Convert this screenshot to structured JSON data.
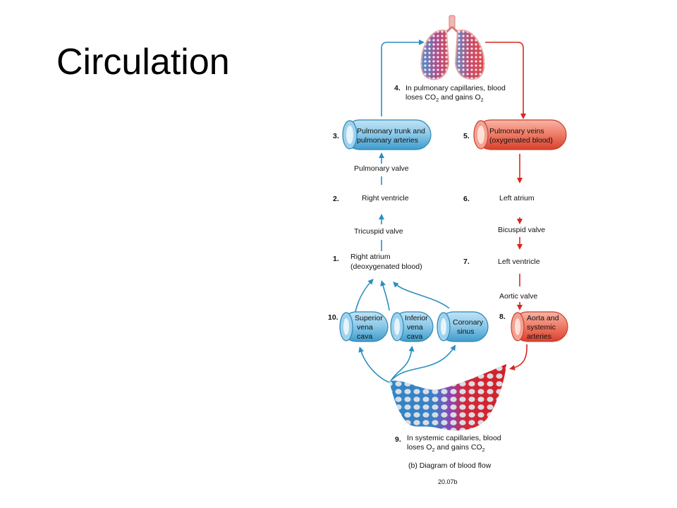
{
  "slide": {
    "title": "Circulation"
  },
  "diagram": {
    "steps": [
      {
        "num": "1.",
        "lines": [
          "Right atrium",
          "(deoxygenated blood)"
        ]
      },
      {
        "num": "2.",
        "lines": [
          "Right ventricle"
        ]
      },
      {
        "num": "3.",
        "lines": [
          "Pulmonary trunk and",
          "pulmonary arteries"
        ]
      },
      {
        "num": "4.",
        "line1": "In pulmonary capillaries, blood",
        "line2_pre": "loses CO",
        "line2_sub1": "2",
        "line2_mid": " and gains O",
        "line2_sub2": "2"
      },
      {
        "num": "5.",
        "lines": [
          "Pulmonary veins",
          "(oxygenated blood)"
        ]
      },
      {
        "num": "6.",
        "lines": [
          "Left atrium"
        ]
      },
      {
        "num": "7.",
        "lines": [
          "Left ventricle"
        ]
      },
      {
        "num": "8.",
        "lines": [
          "Aorta and",
          "systemic",
          "arteries"
        ]
      },
      {
        "num": "9.",
        "line1": "In systemic capillaries, blood",
        "line2_pre": "loses O",
        "line2_sub1": "2",
        "line2_mid": " and gains CO",
        "line2_sub2": "2"
      },
      {
        "num": "10.",
        "vessels": [
          {
            "lines": [
              "Superior",
              "vena",
              "cava"
            ]
          },
          {
            "lines": [
              "Inferior",
              "vena",
              "cava"
            ]
          },
          {
            "lines": [
              "Coronary",
              "sinus"
            ]
          }
        ]
      }
    ],
    "valves": {
      "pulmonary": "Pulmonary valve",
      "tricuspid": "Tricuspid valve",
      "bicuspid": "Bicuspid valve",
      "aortic": "Aortic valve"
    },
    "caption": "(b) Diagram of blood flow",
    "figure_id": "20.07b",
    "colors": {
      "deoxygenated": "#2a8fc1",
      "oxygenated": "#e0302a"
    }
  }
}
